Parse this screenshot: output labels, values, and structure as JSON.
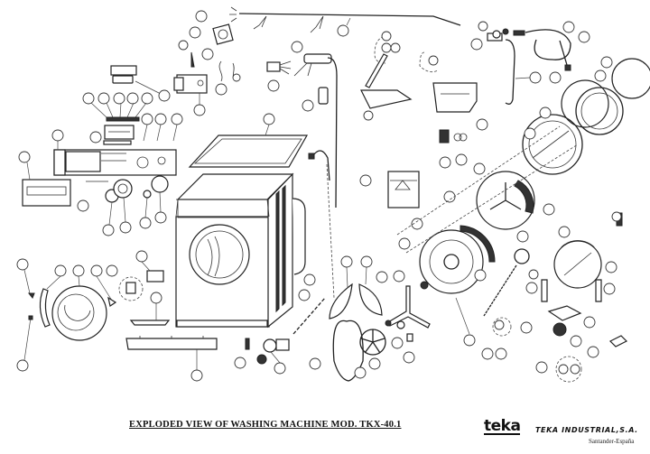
{
  "diagram": {
    "title": "EXPLODED VIEW OF WASHING MACHINE MOD. TKX-40.1",
    "subject": "washing machine exploded parts view",
    "parts": [
      {
        "name": "control-panel",
        "group": "front-left"
      },
      {
        "name": "detergent-drawer-front",
        "group": "front-left"
      },
      {
        "name": "program-knobs",
        "group": "front-left"
      },
      {
        "name": "door-assembly",
        "group": "front-left"
      },
      {
        "name": "door-hinge",
        "group": "front-left"
      },
      {
        "name": "door-lock",
        "group": "front-left"
      },
      {
        "name": "plinth",
        "group": "bottom"
      },
      {
        "name": "top-cover",
        "group": "cabinet"
      },
      {
        "name": "cabinet",
        "group": "cabinet"
      },
      {
        "name": "wiring-harness",
        "group": "top"
      },
      {
        "name": "timer",
        "group": "top"
      },
      {
        "name": "capacitor",
        "group": "top"
      },
      {
        "name": "water-inlet-valve",
        "group": "top-right"
      },
      {
        "name": "inlet-hose",
        "group": "top-right"
      },
      {
        "name": "detergent-dispenser",
        "group": "top-right"
      },
      {
        "name": "counterweight",
        "group": "middle"
      },
      {
        "name": "door-seal",
        "group": "right"
      },
      {
        "name": "drum",
        "group": "right"
      },
      {
        "name": "drum-spider",
        "group": "right"
      },
      {
        "name": "tub-front",
        "group": "right"
      },
      {
        "name": "tub-rear",
        "group": "right"
      },
      {
        "name": "heating-element",
        "group": "right"
      },
      {
        "name": "shock-absorbers",
        "group": "right"
      },
      {
        "name": "motor",
        "group": "bottom-right"
      },
      {
        "name": "drive-belt",
        "group": "bottom"
      },
      {
        "name": "drum-pulley",
        "group": "bottom"
      },
      {
        "name": "drain-pump",
        "group": "bottom"
      },
      {
        "name": "drain-hose",
        "group": "middle"
      },
      {
        "name": "springs",
        "group": "middle"
      }
    ]
  },
  "footer": {
    "logo": "teka",
    "company": "TEKA INDUSTRIAL,S.A.",
    "location": "Santander-España"
  }
}
